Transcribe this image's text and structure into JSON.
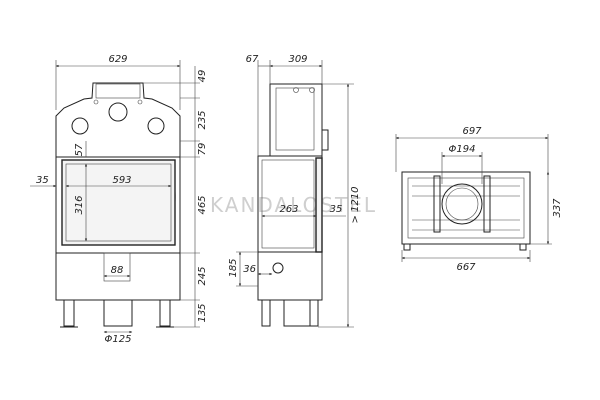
{
  "watermark": {
    "text": "KANDALOSTEL"
  },
  "front_view": {
    "width": "629",
    "dim_top": "49",
    "dim_235": "235",
    "dim_79": "79",
    "dim_57": "57",
    "dim_35": "35",
    "dim_593": "593",
    "dim_316": "316",
    "dim_465": "465",
    "dim_245": "245",
    "dim_88": "88",
    "dim_135": "135",
    "flue_diameter": "Φ125"
  },
  "side_view": {
    "dim_67": "67",
    "dim_309": "309",
    "dim_263": "263",
    "dim_35": "35",
    "dim_1210": "> 1210",
    "dim_185": "185",
    "dim_36": "36"
  },
  "top_view": {
    "dim_697": "697",
    "outlet_diameter": "Φ194",
    "dim_337": "337",
    "dim_667": "667"
  }
}
